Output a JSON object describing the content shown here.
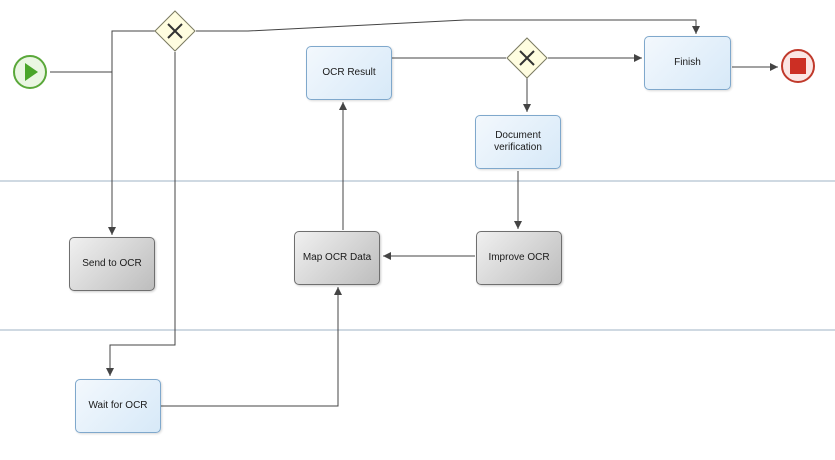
{
  "diagram": {
    "tasks": {
      "ocr_result": "OCR Result",
      "finish": "Finish",
      "document_verification": "Document verification",
      "send_to_ocr": "Send to OCR",
      "map_ocr_data": "Map OCR Data",
      "improve_ocr": "Improve OCR",
      "wait_for_ocr": "Wait for OCR"
    },
    "colors": {
      "user_task_fill": "#dcebf9",
      "user_task_border": "#7fa8cc",
      "service_task_fill": "#cfcfcf",
      "service_task_border": "#6f6f6f",
      "start_event": "#5aa83a",
      "end_event": "#c0392b",
      "gateway_fill": "#fffde0",
      "lane_divider": "#9fb3c4",
      "connector": "#444444"
    },
    "icons": {
      "start_event": "play-triangle-icon",
      "end_event": "stop-square-icon",
      "gateway": "x-gateway-icon"
    }
  }
}
